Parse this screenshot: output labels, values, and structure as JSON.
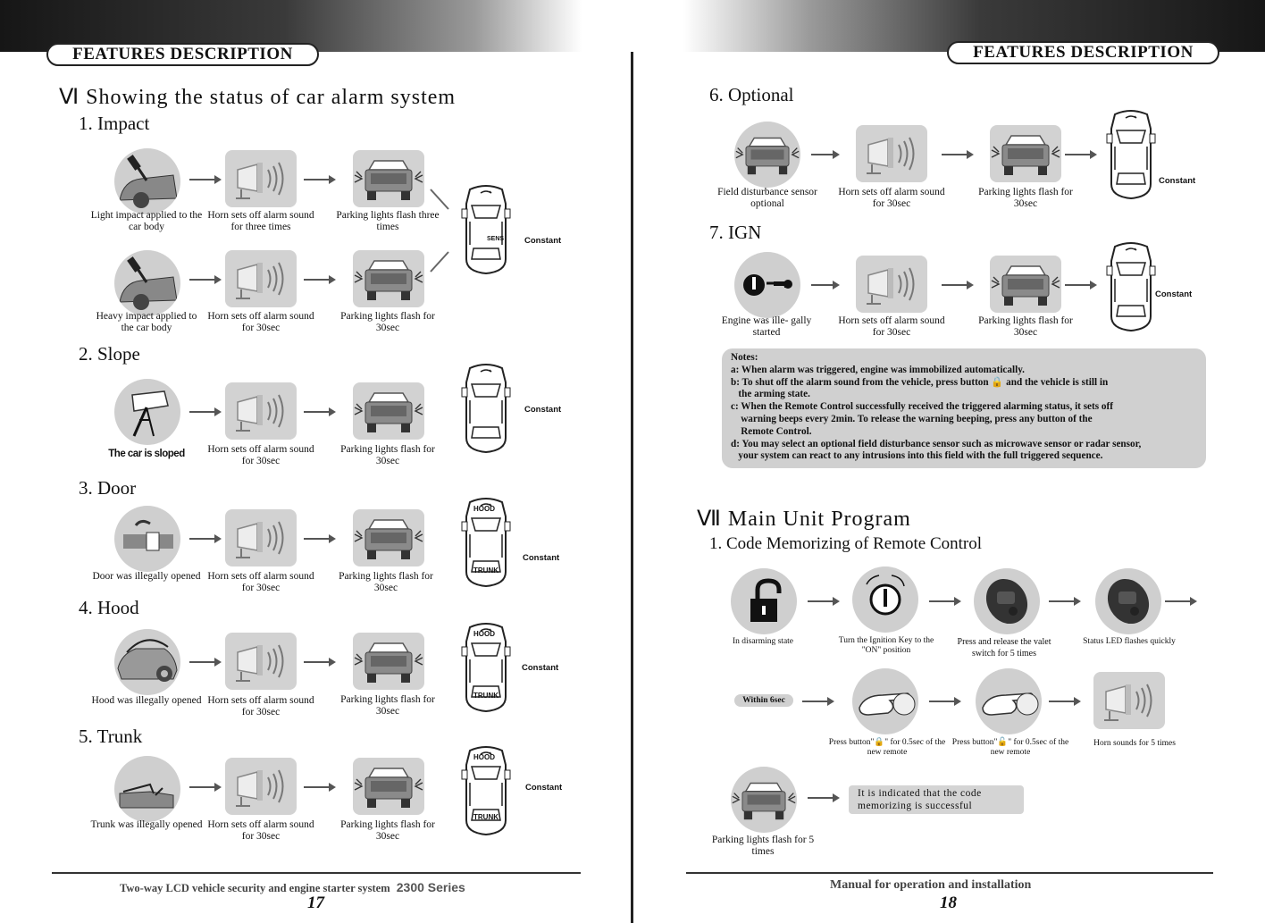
{
  "left_page": {
    "header": "FEATURES DESCRIPTION",
    "section_title": "Ⅵ   Showing the status of car alarm system",
    "subsections": [
      {
        "title": "1.  Impact"
      },
      {
        "title": "2.  Slope"
      },
      {
        "title": "3.  Door"
      },
      {
        "title": "4.  Hood"
      },
      {
        "title": "5.  Trunk"
      }
    ],
    "captions": {
      "light_impact": "Light impact applied to the car body",
      "heavy_impact": "Heavy impact applied to the car body",
      "horn_three": "Horn sets off alarm sound for three times",
      "horn_30": "Horn sets off alarm sound for 30sec",
      "parking_three": "Parking lights flash three times",
      "parking_30": "Parking lights flash for 30sec",
      "sloped": "The car is sloped",
      "door": "Door was illegally opened",
      "hood": "Hood was illegally opened",
      "trunk": "Trunk was illegally opened"
    },
    "constant": "Constant",
    "car_labels": {
      "hood": "HOOD",
      "trunk": "TRUNK",
      "sensor": "SENS"
    },
    "footer_text": "Two-way LCD vehicle security and engine starter system",
    "footer_series": "2300 Series",
    "page_number": "17"
  },
  "right_page": {
    "header": "FEATURES DESCRIPTION",
    "sub6": "6.  Optional",
    "sub7": "7.  IGN",
    "section_title": "Ⅶ   Main Unit Program",
    "sub_code": "1.  Code Memorizing of Remote Control",
    "captions": {
      "field": "Field disturbance sensor optional",
      "horn_30": "Horn sets off alarm sound for 30sec",
      "parking_30": "Parking lights flash for 30sec",
      "engine": "Engine was ille- gally started",
      "disarm": "In disarming state",
      "ignition": "Turn the Ignition Key to the \"ON\" position",
      "valet": "Press and release the valet switch for 5 times",
      "led": "Status LED flashes quickly",
      "within": "Within 6sec",
      "press_lock": "Press button\"🔒\" for 0.5sec of the new remote",
      "press_unlock": "Press button\"🔓\" for 0.5sec of the new remote",
      "horn_5": "Horn sounds for 5 times",
      "parking_5": "Parking lights flash for 5 times",
      "success": "It is indicated that the code memorizing is successful"
    },
    "constant": "Constant",
    "notes": {
      "title": "Notes:",
      "a": "a: When alarm was triggered, engine was immobilized automatically.",
      "b": "b: To shut off the alarm sound from the vehicle, press button 🔒 and the vehicle is still in\n   the arming state.",
      "c": "c: When the Remote Control successfully received the triggered alarming status, it sets off\n    warning beeps every 2min. To release the warning beeping, press any button of the\n    Remote Control.",
      "d": "d: You may select an optional field disturbance sensor such as microwave sensor or radar sensor,\n   your system can react to any intrusions into this field with the full triggered sequence."
    },
    "footer_text": "Manual for operation and installation",
    "page_number": "18"
  }
}
